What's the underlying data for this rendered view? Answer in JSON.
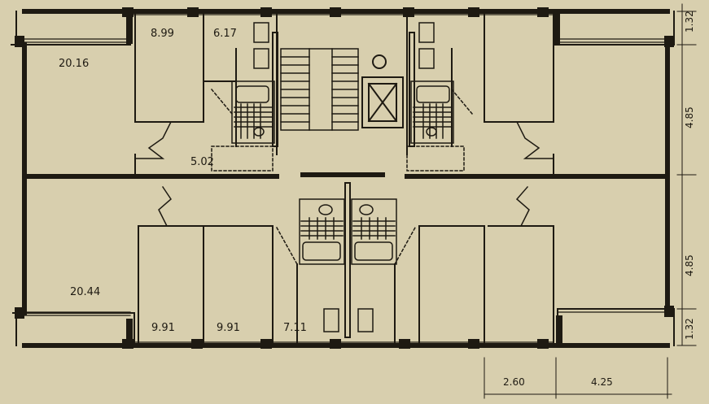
{
  "plan": {
    "room_areas": {
      "top_left_large": "20.16",
      "top_bedroom_1": "8.99",
      "top_bedroom_2": "6.17",
      "top_hall": "5.02",
      "bottom_left_large": "20.44",
      "bottom_bedroom_1": "9.91",
      "bottom_bedroom_2": "9.91",
      "bottom_bedroom_3": "7.11"
    },
    "dimensions": {
      "right_top_balcony": "1.32",
      "right_upper_bay": "4.85",
      "right_lower_bay": "4.85",
      "right_bottom_balcony": "1.32",
      "bottom_left_span": "2.60",
      "bottom_right_span": "4.25"
    },
    "colors": {
      "paper": "#d8cfae",
      "ink": "#1e1a12"
    }
  }
}
